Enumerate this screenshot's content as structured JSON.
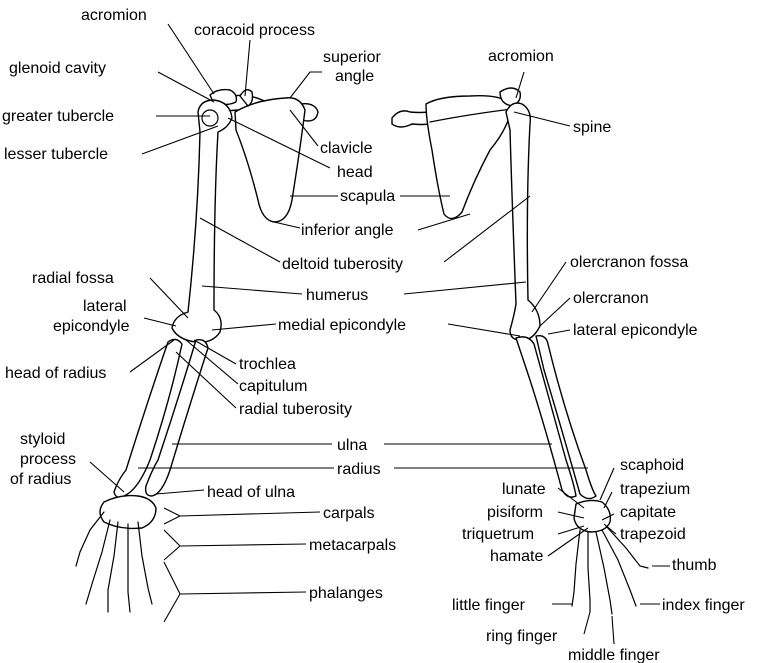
{
  "labels": {
    "acromion_left": "acromion",
    "coracoid_process": "coracoid process",
    "superior_angle_1": "superior",
    "superior_angle_2": "angle",
    "glenoid_cavity": "glenoid cavity",
    "greater_tubercle": "greater tubercle",
    "lesser_tubercle": "lesser tubercle",
    "clavicle": "clavicle",
    "head": "head",
    "scapula": "scapula",
    "inferior_angle": "inferior angle",
    "deltoid_tuberosity": "deltoid tuberosity",
    "radial_fossa": "radial fossa",
    "lateral_epicondyle_left_1": "lateral",
    "lateral_epicondyle_left_2": "epicondyle",
    "humerus": "humerus",
    "medial_epicondyle": "medial epicondyle",
    "head_of_radius": "head of radius",
    "trochlea": "trochlea",
    "capitulum": "capitulum",
    "radial_tuberosity": "radial tuberosity",
    "styloid_1": "styloid",
    "styloid_2": "process",
    "styloid_3": "of radius",
    "ulna": "ulna",
    "radius": "radius",
    "head_of_ulna": "head of ulna",
    "carpals": "carpals",
    "metacarpals": "metacarpals",
    "phalanges": "phalanges",
    "acromion_right": "acromion",
    "spine": "spine",
    "olecranon_fossa": "olercranon fossa",
    "olecranon": "olercranon",
    "lateral_epicondyle_right": "lateral epicondyle",
    "scaphoid": "scaphoid",
    "lunate": "lunate",
    "trapezium": "trapezium",
    "pisiform": "pisiform",
    "capitate": "capitate",
    "triquetrum": "triquetrum",
    "trapezoid": "trapezoid",
    "hamate": "hamate",
    "thumb": "thumb",
    "little_finger": "little finger",
    "index_finger": "index finger",
    "ring_finger": "ring finger",
    "middle_finger": "middle finger"
  },
  "colors": {
    "ink": "#000000",
    "background": "#ffffff"
  }
}
